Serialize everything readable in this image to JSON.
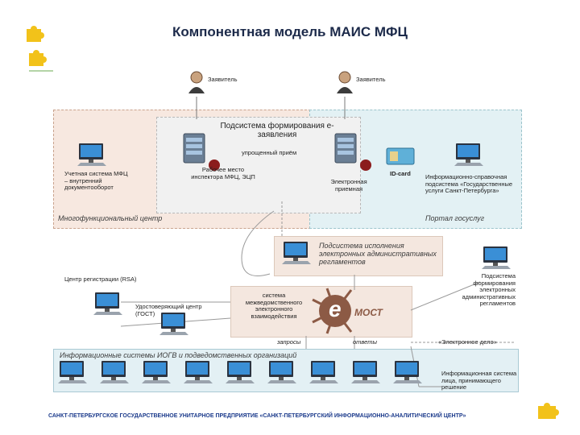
{
  "title": "Компонентная модель МАИС МФЦ",
  "footer": "САНКТ-ПЕТЕРБУРГСКОЕ ГОСУДАРСТВЕННОЕ УНИТАРНОЕ ПРЕДПРИЯТИЕ «САНКТ-ПЕТЕРБУРГСКИЙ ИНФОРМАЦИОННО-АНАЛИТИЧЕСКИЙ ЦЕНТР»",
  "actors": {
    "left": "Заявитель",
    "right": "Заявитель"
  },
  "zones": {
    "mfc": "Многофункциональный центр",
    "portal": "Портал госуслуг",
    "center_title": "Подсистема формирования е-заявления",
    "sie": "Подсистема исполнения электронных административных регламентов",
    "iogv": "Информационные системы ИОГВ и подведомственных организаций"
  },
  "labels": {
    "inspector": "Рабочее место инспектора МФЦ, ЭЦП",
    "simplified": "упрощенный приём",
    "reception": "Электронная приемная",
    "idcard": "ID-card",
    "mfc_system": "Учетная система МФЦ – внутренний документооборот",
    "info_system": "Информационно-справочная подсистема «Государственные услуги Санкт-Петербурга»",
    "reg_center": "Центр регистрации (RSA)",
    "cert_center": "Удостоверяющий центр (ГОСТ)",
    "smev_text": "система межведомственного электронного взаимодействия",
    "emost": "МОСТ",
    "e_letter": "e",
    "requests": "запросы",
    "answers": "ответы",
    "electronic_case": "«Электронное дело»",
    "reglament_sub": "Подсистема формирования электронных административных регламентов",
    "person_info": "Информационная система лица, принимающего решение"
  },
  "colors": {
    "mfc_zone": "#f7e8e0",
    "portal_zone": "#e3f1f4",
    "title": "#1c2a4a",
    "footer": "#1c3b8c",
    "emost": "#8c5a45",
    "puzzle": "#f2c21a"
  },
  "icons": [
    "puzzle-icon",
    "user-icon",
    "server-icon",
    "computer-icon",
    "seal-icon",
    "id-card-icon",
    "emost-logo-icon"
  ]
}
